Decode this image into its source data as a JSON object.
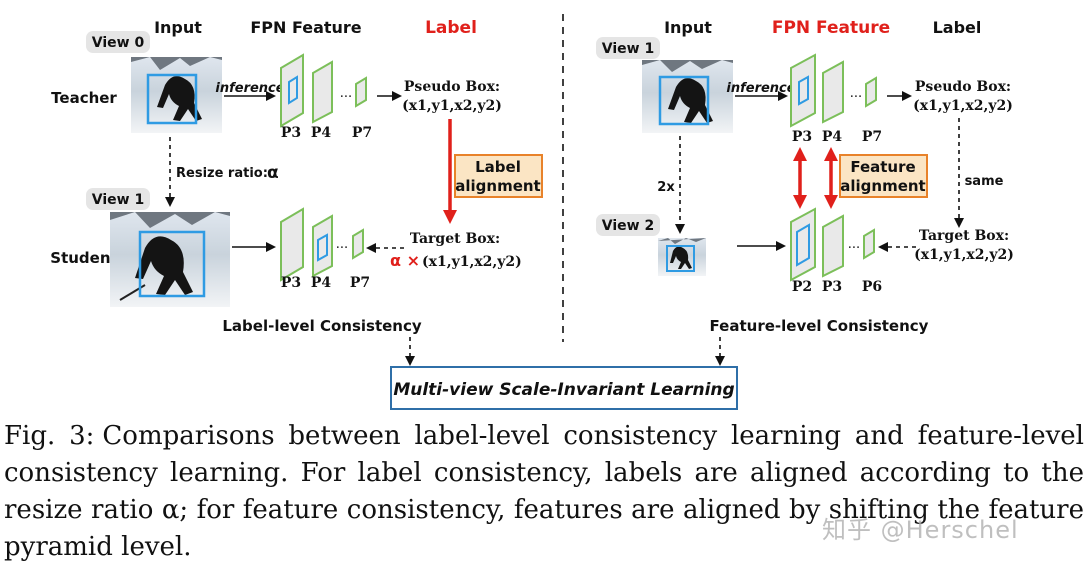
{
  "colors": {
    "accent_red": "#e0201b",
    "feature_green": "#7cbf5a",
    "box_blue": "#2f9be3",
    "alignment_box_fill": "#fbe5c4",
    "alignment_box_stroke": "#e8822a",
    "learning_box_stroke": "#2f6fa8"
  },
  "left": {
    "headers": {
      "input": "Input",
      "fpn": "FPN Feature",
      "label": "Label"
    },
    "teacher": {
      "role": "Teacher",
      "view": "View 0",
      "inference": "inference",
      "levels": [
        "P3",
        "P4",
        "P7"
      ],
      "dots": "...",
      "pseudo_box_title": "Pseudo Box:",
      "pseudo_box_coords": "(x1,y1,x2,y2)"
    },
    "resize_text": "Resize ratio:",
    "resize_symbol": "α",
    "alignment": {
      "line1": "Label",
      "line2": "alignment"
    },
    "student": {
      "role": "Student",
      "view": "View 1",
      "levels": [
        "P3",
        "P4",
        "P7"
      ],
      "dots": "...",
      "target_box_title": "Target Box:",
      "target_prefix": "α ×",
      "target_box_coords": "(x1,y1,x2,y2)"
    },
    "consistency": "Label-level Consistency"
  },
  "right": {
    "headers": {
      "input": "Input",
      "fpn": "FPN Feature",
      "label": "Label"
    },
    "top": {
      "view": "View 1",
      "inference": "inference",
      "levels": [
        "P3",
        "P4",
        "P7"
      ],
      "dots": "...",
      "pseudo_box_title": "Pseudo Box:",
      "pseudo_box_coords": "(x1,y1,x2,y2)"
    },
    "scale_text": "2x",
    "same_text": "same",
    "alignment": {
      "line1": "Feature",
      "line2": "alignment"
    },
    "bottom": {
      "view": "View 2",
      "levels": [
        "P2",
        "P3",
        "P6"
      ],
      "dots": "...",
      "target_box_title": "Target Box:",
      "target_box_coords": "(x1,y1,x2,y2)"
    },
    "consistency": "Feature-level Consistency"
  },
  "learning_box": "Multi-view Scale-Invariant Learning",
  "caption": {
    "label": "Fig. 3:",
    "text": "Comparisons between label-level consistency learning and feature-level consistency learning. For label consistency, labels are aligned according to the resize ratio α; for feature consistency, features are aligned by shifting the feature pyramid level."
  },
  "watermark": "知乎 @Herschel"
}
